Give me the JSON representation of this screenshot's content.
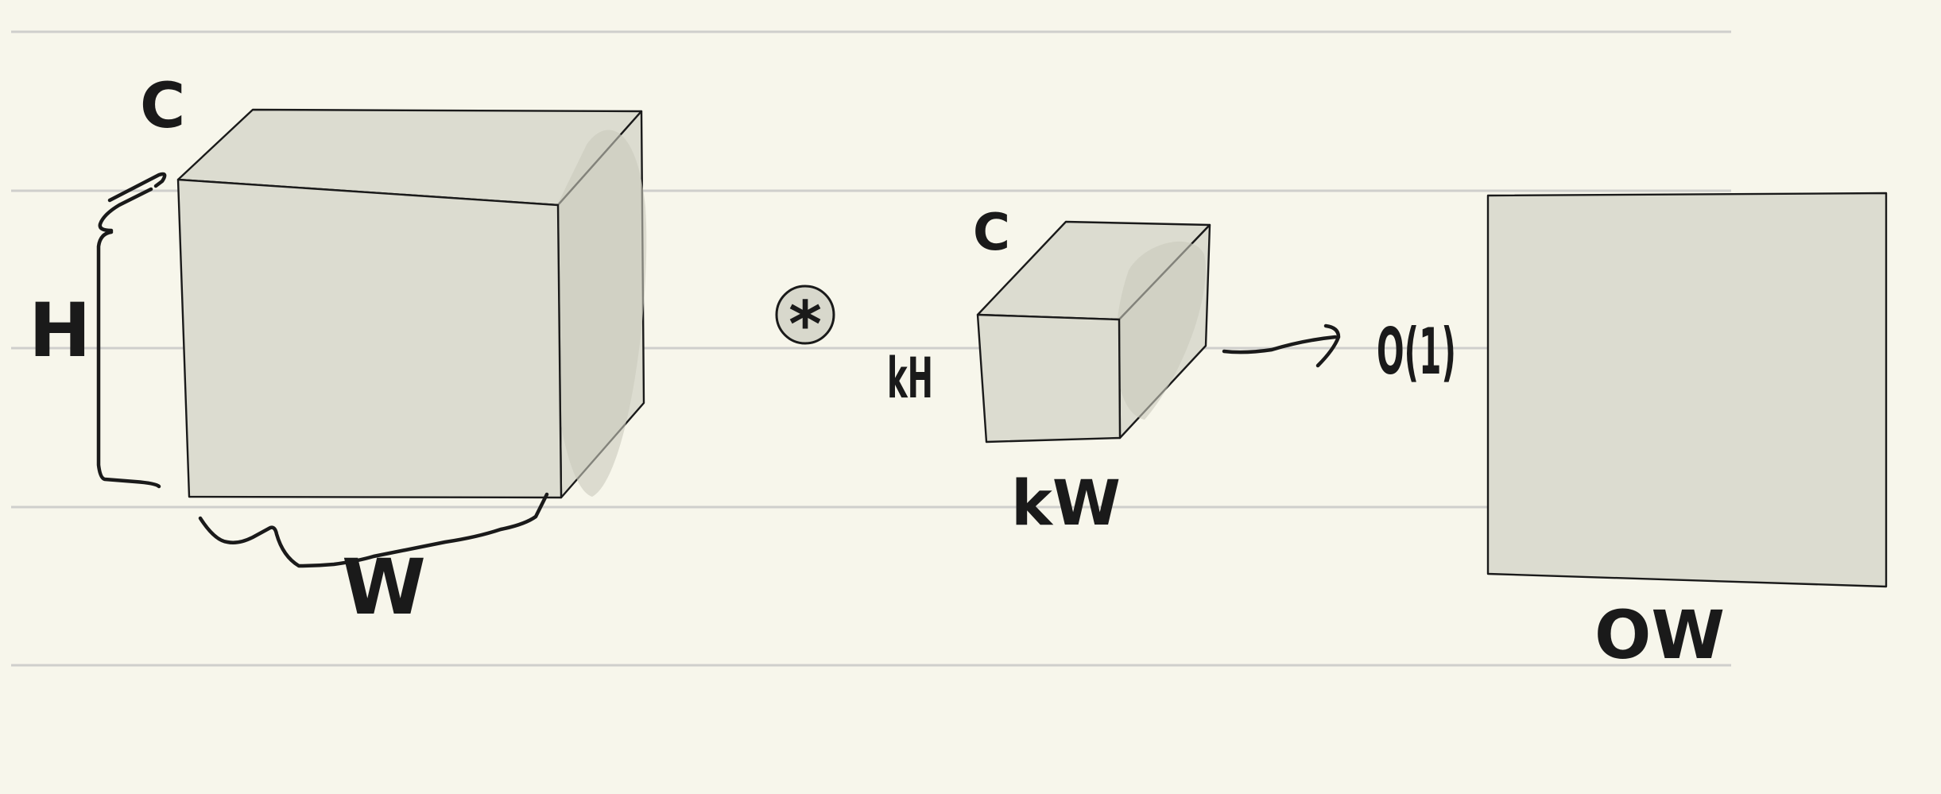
{
  "input_tensor": {
    "depth_label": "C",
    "height_label": "H",
    "width_label": "W"
  },
  "operator": {
    "symbol": "*"
  },
  "kernel": {
    "depth_label": "C",
    "height_label": "kH",
    "width_label": "kW"
  },
  "output_count": {
    "label": "O(1)"
  },
  "output_map": {
    "width_label": "OW"
  },
  "colors": {
    "background": "#f7f6eb",
    "face_fill": "#dcdcd0",
    "ink": "#1a1a1a",
    "ruled_line": "#cfcfcc"
  }
}
